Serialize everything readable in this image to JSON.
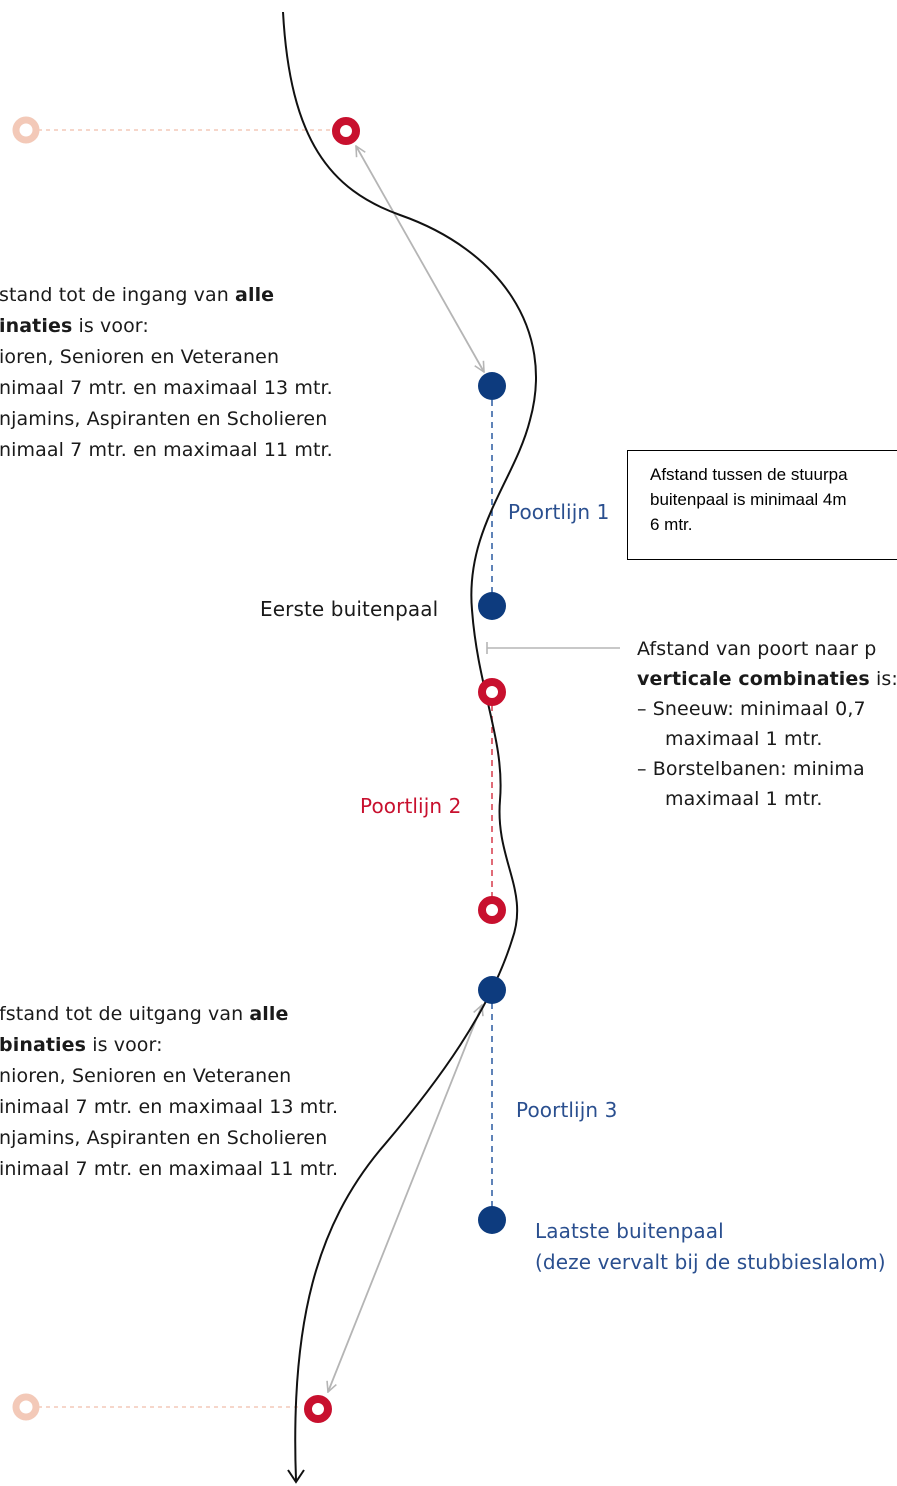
{
  "colors": {
    "blue": "#0d3b7e",
    "red": "#c8102e",
    "faded_red": "#f3c9b8",
    "line": "#000000",
    "arrow": "#b5b5b5"
  },
  "entry_note": {
    "line1_pre": "stand tot de ingang van ",
    "line1_bold": "alle",
    "line2_bold": "inaties",
    "line2_rest": " is voor:",
    "line3": "ioren, Senioren en Veteranen",
    "line4": "nimaal 7 mtr. en maximaal 13 mtr.",
    "line5": "njamins, Aspiranten en Scholieren",
    "line6": "nimaal 7 mtr. en maximaal 11 mtr."
  },
  "exit_note": {
    "line1_pre": "fstand tot de uitgang van ",
    "line1_bold": "alle",
    "line2_bold": "binaties",
    "line2_rest": " is voor:",
    "line3": "nioren, Senioren en Veteranen",
    "line4": "inimaal 7 mtr. en maximaal 13 mtr.",
    "line5": "njamins, Aspiranten en Scholieren",
    "line6": "inimaal 7 mtr. en maximaal 11 mtr."
  },
  "callout": {
    "line1": "Afstand tussen de stuurpa",
    "line2": "buitenpaal is minimaal 4m",
    "line3": "6 mtr."
  },
  "vertical_note": {
    "line1": "Afstand van poort naar p",
    "line2_bold": "verticale combinaties",
    "line2_rest": " is:",
    "item1_a": "– Sneeuw: minimaal 0,7",
    "item1_b": "maximaal 1 mtr.",
    "item2_a": "– Borstelbanen: minima",
    "item2_b": "maximaal 1 mtr."
  },
  "labels": {
    "poortlijn1": "Poortlijn 1",
    "poortlijn2": "Poortlijn 2",
    "poortlijn3": "Poortlijn 3",
    "eerste_buitenpaal": "Eerste buitenpaal",
    "laatste_line1": "Laatste buitenpaal",
    "laatste_line2": "(deze vervalt bij de stubbieslalom)"
  }
}
